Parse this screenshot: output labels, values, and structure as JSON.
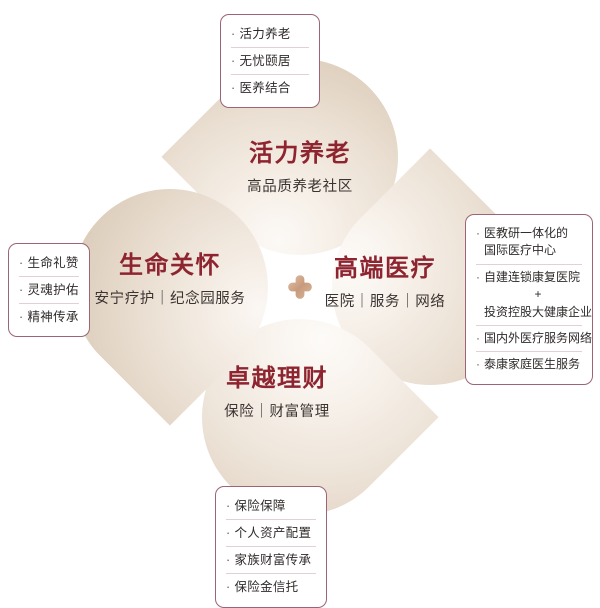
{
  "diagram": {
    "center_mark": "four-petal-clover-logo",
    "colors": {
      "title": "#8e2430",
      "subtitle": "#3b3330",
      "callout_border": "#9c6474",
      "callout_divider": "#e3cfd4",
      "petal_light": "#fcf9f6",
      "petal_dark": "#d8c7b3",
      "background": "#ffffff"
    },
    "petals": [
      {
        "id": "vitality-retirement",
        "position": "top",
        "title": "活力养老",
        "subtitle": "高品质养老社区"
      },
      {
        "id": "premium-medical",
        "position": "right",
        "title": "高端医疗",
        "subtitle": "医院｜服务｜网络"
      },
      {
        "id": "excellent-wealth",
        "position": "bottom",
        "title": "卓越理财",
        "subtitle": "保险｜财富管理"
      },
      {
        "id": "life-care",
        "position": "left",
        "title": "生命关怀",
        "subtitle": "安宁疗护｜纪念园服务"
      }
    ],
    "callouts": {
      "top": {
        "for": "vitality-retirement",
        "items": [
          {
            "lines": [
              "活力养老"
            ]
          },
          {
            "lines": [
              "无忧颐居"
            ]
          },
          {
            "lines": [
              "医养结合"
            ]
          }
        ]
      },
      "right": {
        "for": "premium-medical",
        "items": [
          {
            "lines": [
              "医教研一体化的",
              "国际医疗中心"
            ]
          },
          {
            "lines": [
              "自建连锁康复医院",
              "+",
              "投资控股大健康企业"
            ]
          },
          {
            "lines": [
              "国内外医疗服务网络"
            ]
          },
          {
            "lines": [
              "泰康家庭医生服务"
            ]
          }
        ]
      },
      "bottom": {
        "for": "excellent-wealth",
        "items": [
          {
            "lines": [
              "保险保障"
            ]
          },
          {
            "lines": [
              "个人资产配置"
            ]
          },
          {
            "lines": [
              "家族财富传承"
            ]
          },
          {
            "lines": [
              "保险金信托"
            ]
          }
        ]
      },
      "left": {
        "for": "life-care",
        "items": [
          {
            "lines": [
              "生命礼赞"
            ]
          },
          {
            "lines": [
              "灵魂护佑"
            ]
          },
          {
            "lines": [
              "精神传承"
            ]
          }
        ]
      }
    },
    "bullet_glyph": "·"
  }
}
